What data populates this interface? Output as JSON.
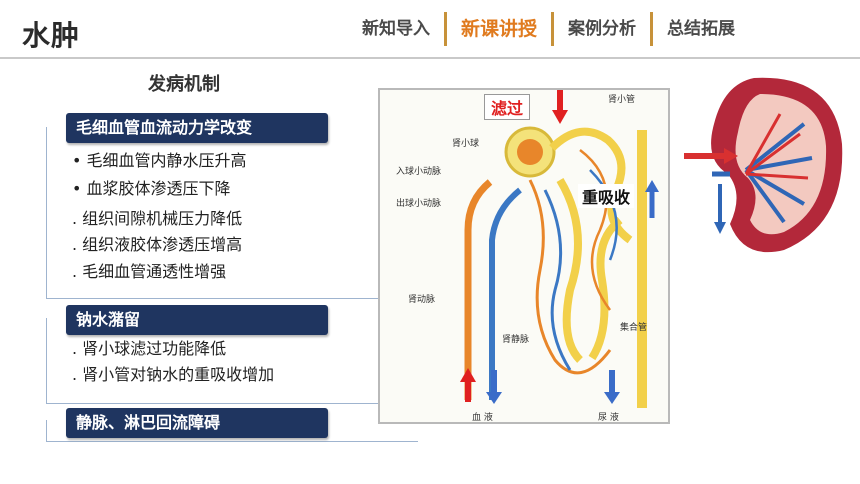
{
  "page_title": "水肿",
  "nav": {
    "items": [
      "新知导入",
      "新课讲授",
      "案例分析",
      "总结拓展"
    ],
    "active_index": 1
  },
  "section_heading": "发病机制",
  "sections": [
    {
      "title": "毛细血管血流动力学改变",
      "lines": [
        "• 毛细血管内静水压升高",
        "• 血浆胶体渗透压下降",
        ". 组织间隙机械压力降低",
        ". 组织液胶体渗透压增高",
        ". 毛细血管通透性增强"
      ]
    },
    {
      "title": "钠水潴留",
      "lines": [
        ". 肾小球滤过功能降低",
        ". 肾小管对钠水的重吸收增加"
      ]
    },
    {
      "title": "静脉、淋巴回流障碍",
      "lines": []
    }
  ],
  "diagram": {
    "tag_filter": "滤过",
    "tag_reabsorb": "重吸收",
    "labels": {
      "tubule": "肾小管",
      "glomerulus": "肾小球",
      "afferent": "入球小动脉",
      "efferent": "出球小动脉",
      "renal_artery": "肾动脉",
      "renal_vein": "肾静脉",
      "collecting_duct": "集合管",
      "blood": "血 液",
      "urine": "尿 液"
    }
  },
  "colors": {
    "nav_active": "#e07b1f",
    "nav_divider": "#c7923a",
    "bar_bg": "#1f3560",
    "arrow_red": "#e02020",
    "arrow_blue": "#3a6cc8"
  }
}
